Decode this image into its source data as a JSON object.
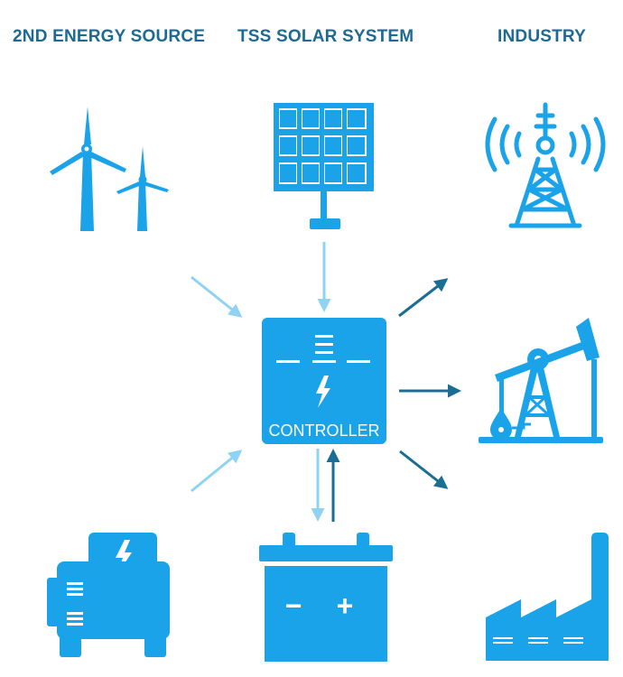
{
  "headers": {
    "second_source": "2ND ENERGY SOURCE",
    "solar_system": "TSS SOLAR SYSTEM",
    "industry": "INDUSTRY"
  },
  "controller": {
    "label": "CONTROLLER"
  },
  "battery": {
    "minus": "−",
    "plus": "+"
  },
  "colors": {
    "primary": "#1aa3e8",
    "light_arrow": "#8fd3f4",
    "dark_arrow": "#1a6d93",
    "header_text": "#1d6a93"
  },
  "icons": [
    "wind-turbine-icon",
    "solar-panel-icon",
    "radio-tower-icon",
    "oil-pump-icon",
    "generator-icon",
    "battery-icon",
    "factory-icon"
  ]
}
